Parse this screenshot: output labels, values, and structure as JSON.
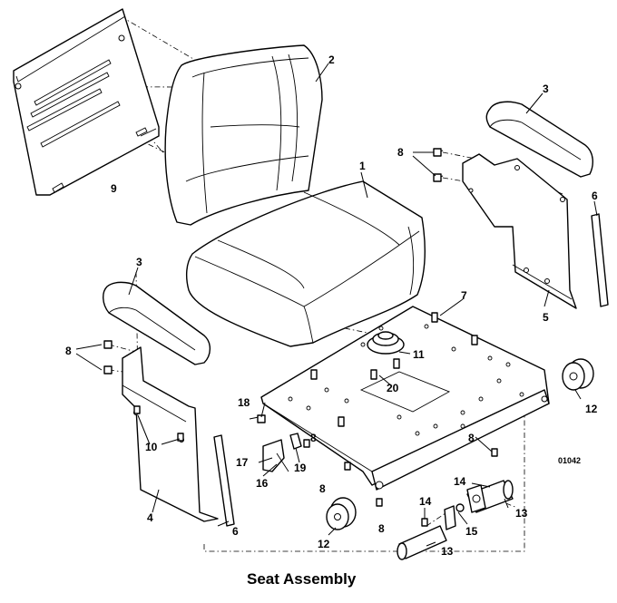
{
  "caption": "Seat Assembly",
  "drawing_code": "01042",
  "callouts": {
    "c1": "1",
    "c2": "2",
    "c3a": "3",
    "c3b": "3",
    "c4": "4",
    "c5": "5",
    "c6a": "6",
    "c6b": "6",
    "c7": "7",
    "c8a": "8",
    "c8b": "8",
    "c8c": "8",
    "c8d": "8",
    "c8e": "8",
    "c8f": "8",
    "c9": "9",
    "c10": "10",
    "c11": "11",
    "c12a": "12",
    "c12b": "12",
    "c13a": "13",
    "c13b": "13",
    "c14a": "14",
    "c14b": "14",
    "c15": "15",
    "c16": "16",
    "c17": "17",
    "c18": "18",
    "c19": "19",
    "c20": "20"
  }
}
